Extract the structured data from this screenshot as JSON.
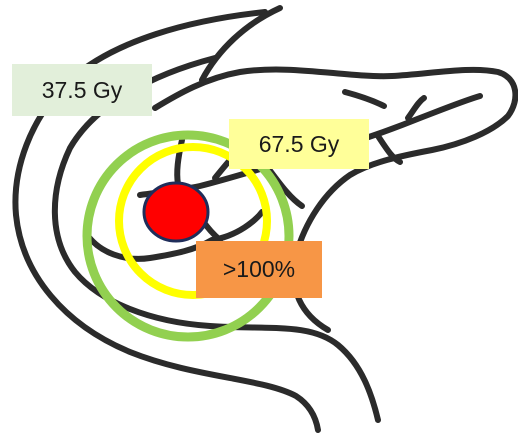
{
  "labels": {
    "outer_dose": "37.5 Gy",
    "inner_dose": "67.5 Gy",
    "tumor_dose": ">100%"
  },
  "colors": {
    "outline": "#2b2b2b",
    "outer_ring": "#92d050",
    "inner_ring": "#ffff00",
    "tumor": "#ff0000",
    "tumor_border": "#1f2d5a",
    "outer_label_bg": "#e2efda",
    "inner_label_bg": "#ffff99",
    "tumor_label_bg": "#f79646"
  }
}
